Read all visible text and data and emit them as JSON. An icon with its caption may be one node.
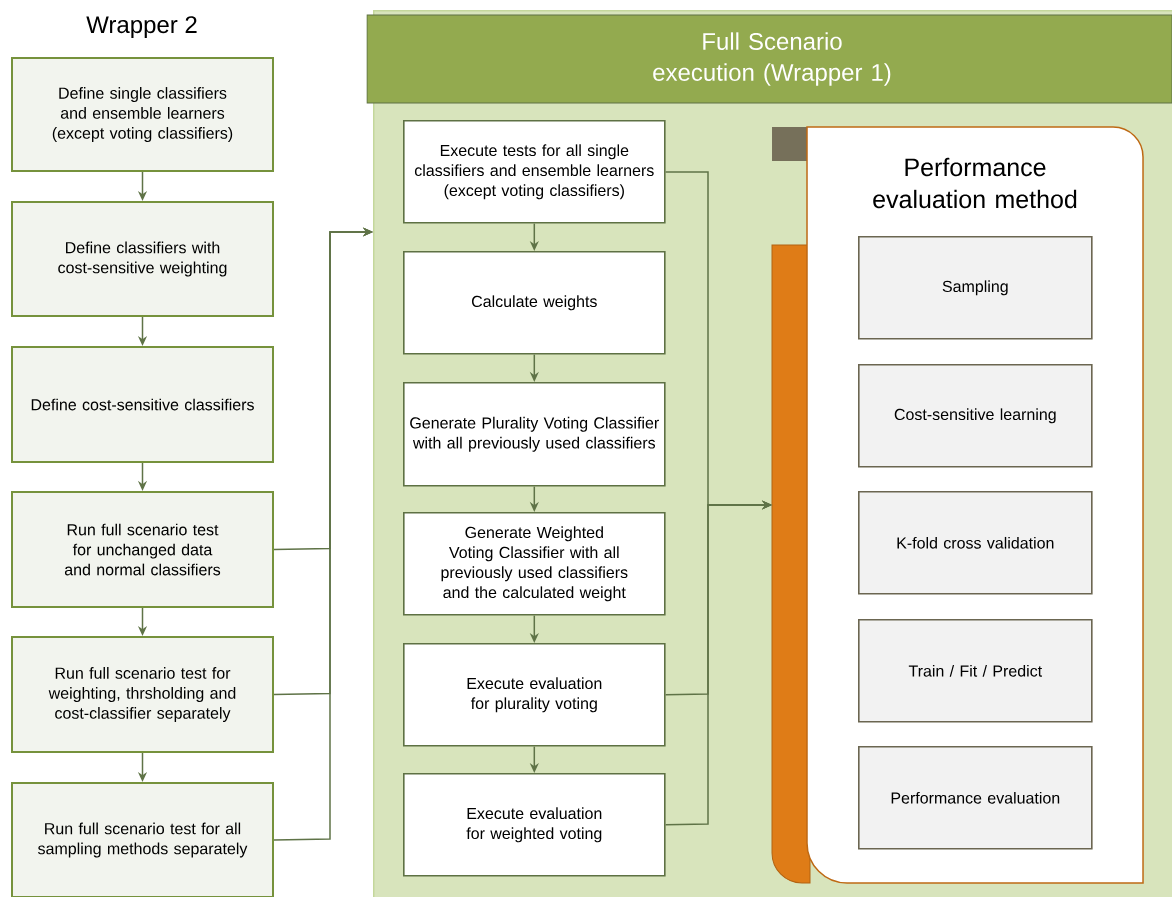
{
  "diagram": {
    "nodes": [
      {
        "text": [
          "Full Scenario execution (Wrapper 1)"
        ]
      },
      {
        "text": [
          "Define single classifiers and ensemble learners (except voting classifiers)"
        ]
      },
      {
        "text": [
          "Define classifiers with cost-sensitive weighting"
        ]
      },
      {
        "text": [
          "Define cost-sensitive classifiers"
        ]
      },
      {
        "text": [
          "Run full scenario test for unchanged data and normal classifiers"
        ]
      },
      {
        "text": [
          "Run full scenario test for weighting, thrsholding and cost-classifier separately"
        ]
      },
      {
        "text": [
          "Run full scenario test for all sampling methods separately"
        ]
      },
      {
        "text": [
          "Execute tests for all single classifiers and ensemble learners (except voting classifiers)"
        ],
        "in": 0
      },
      {
        "text": [
          "Calculate weights"
        ],
        "in": 0
      },
      {
        "text": [
          "Generate Plurality Voting Classifier with all previously used classifiers"
        ],
        "in": 0
      },
      {
        "text": [
          "Generate Weighted Voting Classifier with all previously used classifiers and the calculated weight"
        ],
        "in": 0
      },
      {
        "text": [
          "Execute evaluation for plurality voting"
        ],
        "in": 0
      },
      {
        "text": [
          "Execute evaluation for weighted voting"
        ],
        "in": 0
      },
      {
        "text": [
          "Performance evaluation method"
        ],
        "in": 0
      },
      {
        "text": [
          "Sampling"
        ],
        "in": 13
      },
      {
        "text": [
          "Cost-sensitive learning"
        ],
        "in": 13
      },
      {
        "text": [
          "K-fold cross validation"
        ],
        "in": 13
      },
      {
        "text": [
          "Train / Fit / Predict"
        ],
        "in": 13
      },
      {
        "text": [
          "Performance evaluation"
        ],
        "in": 13
      }
    ],
    "edges": [
      {
        "from": 1,
        "to": 2,
        "arrow": "to"
      },
      {
        "from": 2,
        "to": 3,
        "arrow": "to"
      },
      {
        "from": 3,
        "to": 4,
        "arrow": "to"
      },
      {
        "from": 4,
        "to": 5,
        "arrow": "to"
      },
      {
        "from": 5,
        "to": 6,
        "arrow": "to"
      },
      {
        "from": 4,
        "to": 0,
        "arrow": "to"
      },
      {
        "from": 5,
        "to": 0,
        "arrow": "to"
      },
      {
        "from": 6,
        "to": 0,
        "arrow": "to"
      },
      {
        "from": 7,
        "to": 8,
        "arrow": "to"
      },
      {
        "from": 8,
        "to": 9,
        "arrow": "to"
      },
      {
        "from": 9,
        "to": 10,
        "arrow": "to"
      },
      {
        "from": 10,
        "to": 11,
        "arrow": "to"
      },
      {
        "from": 11,
        "to": 12,
        "arrow": "to"
      },
      {
        "from": 7,
        "to": 13,
        "arrow": "to"
      },
      {
        "from": 11,
        "to": 13,
        "arrow": "to"
      },
      {
        "from": 12,
        "to": 13,
        "arrow": "to"
      }
    ],
    "labels": [
      "Wrapper 2"
    ]
  }
}
